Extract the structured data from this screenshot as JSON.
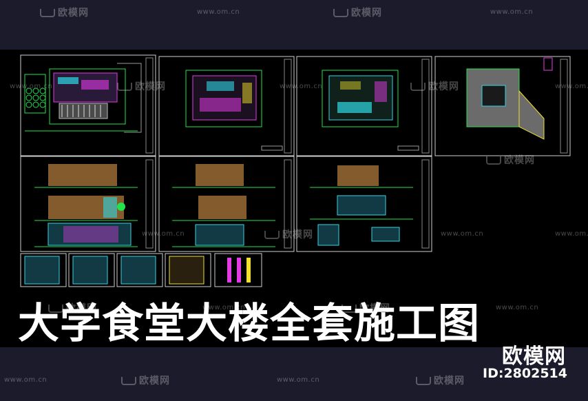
{
  "headline": "大学食堂大楼全套施工图",
  "brand": "欧模网",
  "asset_id": "ID:2802514",
  "watermarks": {
    "logo_text": "欧模网",
    "url": "www.om.cn"
  },
  "colors": {
    "background": "#1c1b2b",
    "sheet_bg": "#000000",
    "cad_green": "#22e34a",
    "cad_magenta": "#e23be6",
    "cad_cyan": "#2fd8e6",
    "cad_yellow": "#f2e22c",
    "cad_brown": "#9a6b34",
    "cad_grey": "#8a8a8a"
  }
}
